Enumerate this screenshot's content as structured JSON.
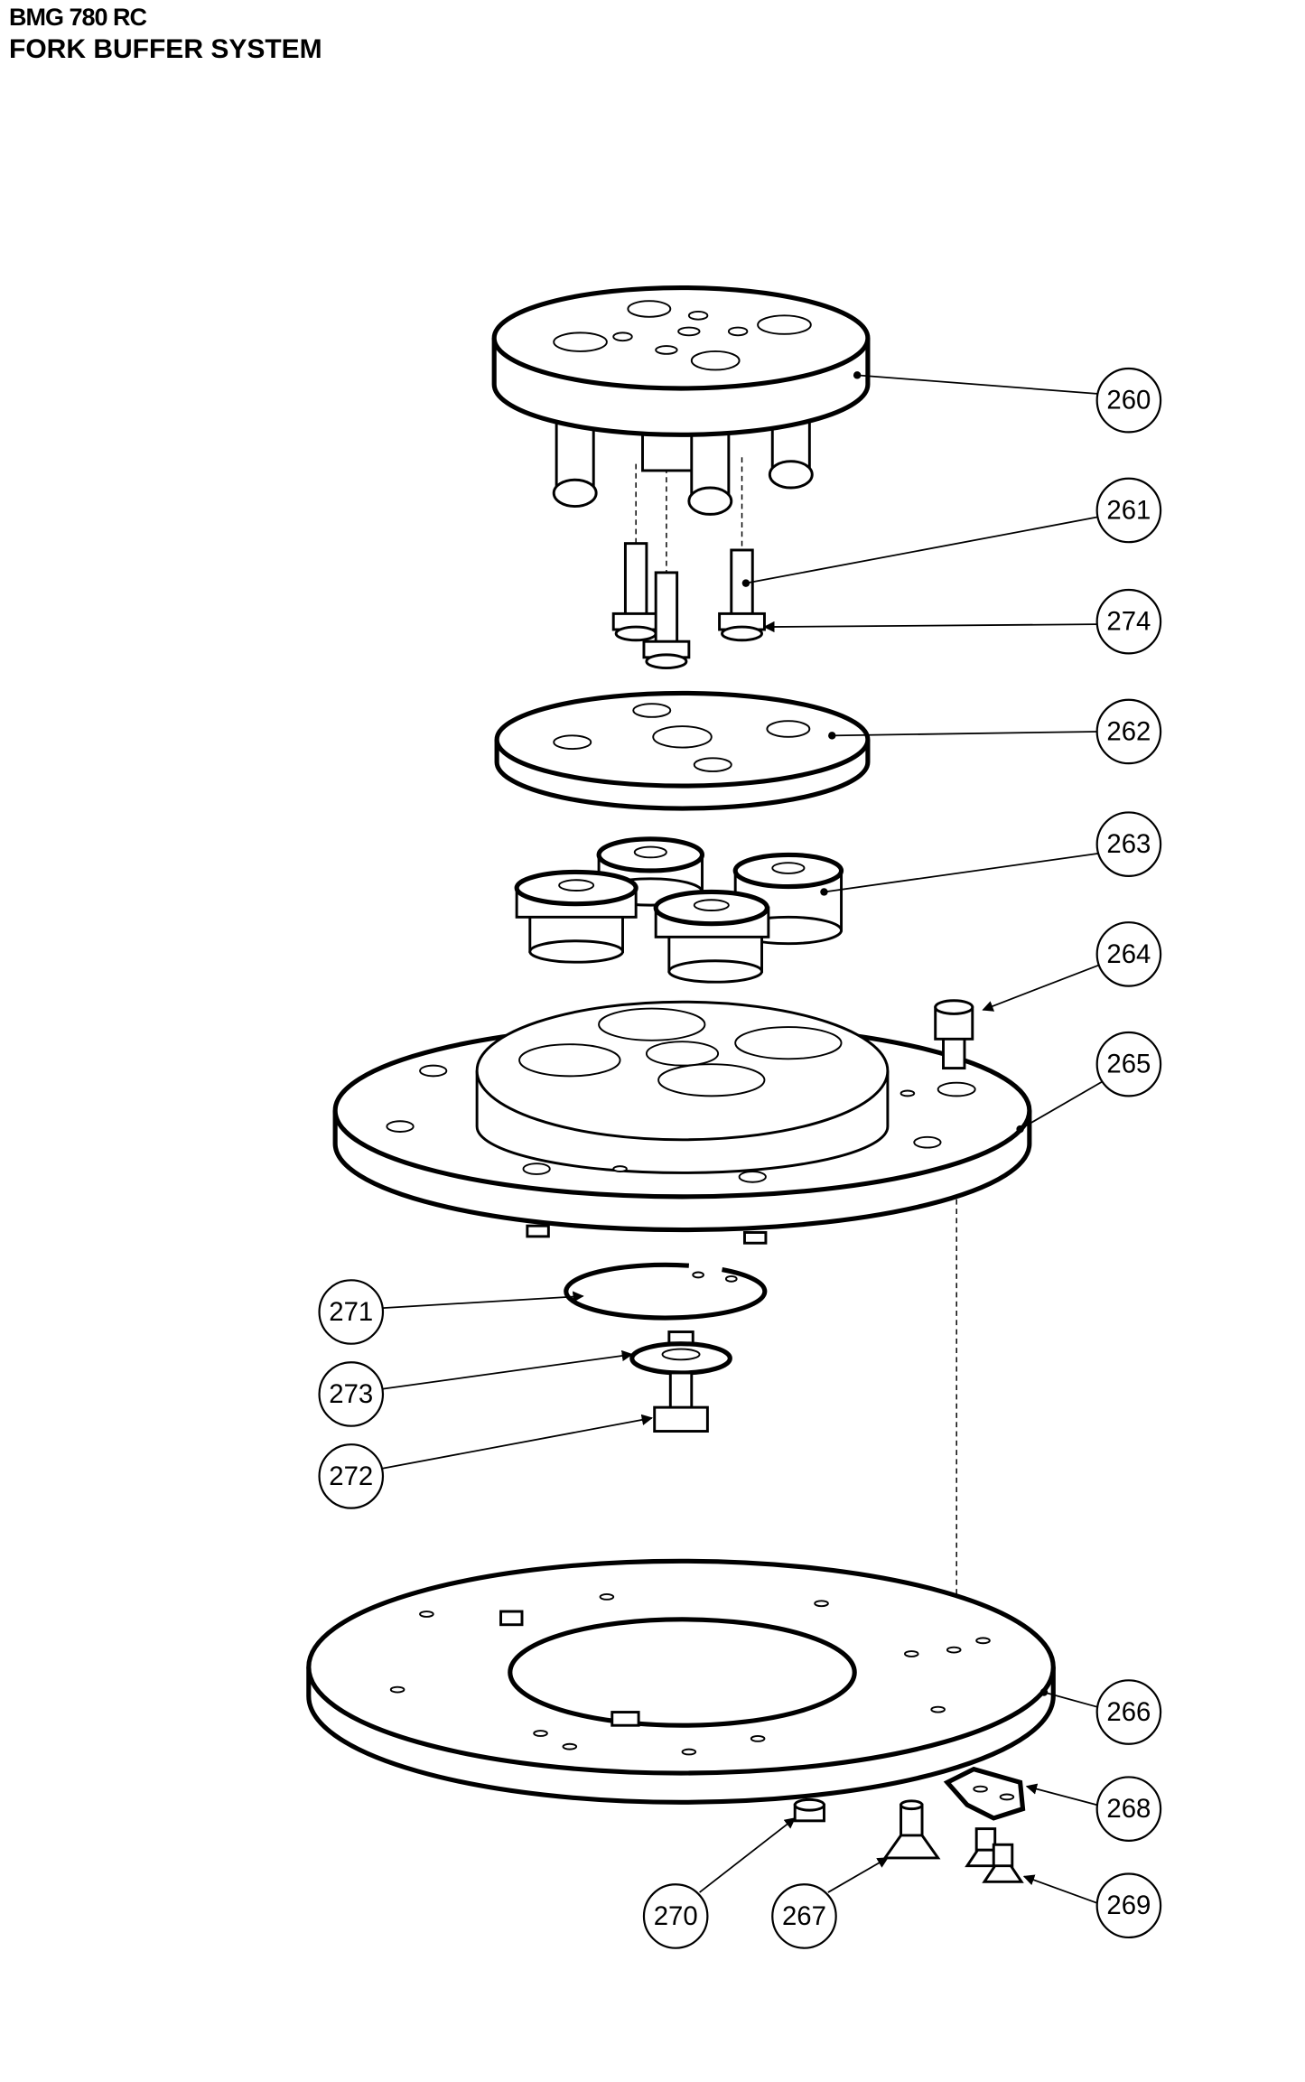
{
  "header": {
    "model": "BMG 780 RC",
    "title": "FORK BUFFER SYSTEM"
  },
  "callouts": {
    "c260": "260",
    "c261": "261",
    "c274": "274",
    "c262": "262",
    "c263": "263",
    "c264": "264",
    "c265": "265",
    "c271": "271",
    "c273": "273",
    "c272": "272",
    "c266": "266",
    "c268": "268",
    "c269": "269",
    "c270": "270",
    "c267": "267"
  }
}
